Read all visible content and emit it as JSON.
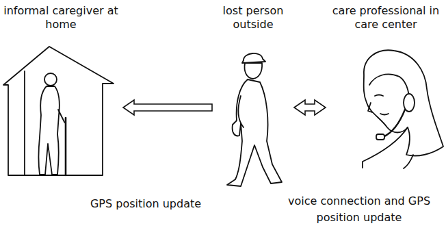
{
  "diagram": {
    "nodes": [
      {
        "text": [
          "informal caregiver at home"
        ]
      },
      {
        "text": [
          "lost person outside"
        ]
      },
      {
        "text": [
          "care professional in care center"
        ]
      }
    ],
    "edges": [
      {
        "from": 1,
        "to": 0,
        "arrow": "to",
        "label": "GPS position update"
      },
      {
        "from": 1,
        "to": 2,
        "arrow": "both",
        "label": "voice connection and GPS position update"
      }
    ]
  }
}
